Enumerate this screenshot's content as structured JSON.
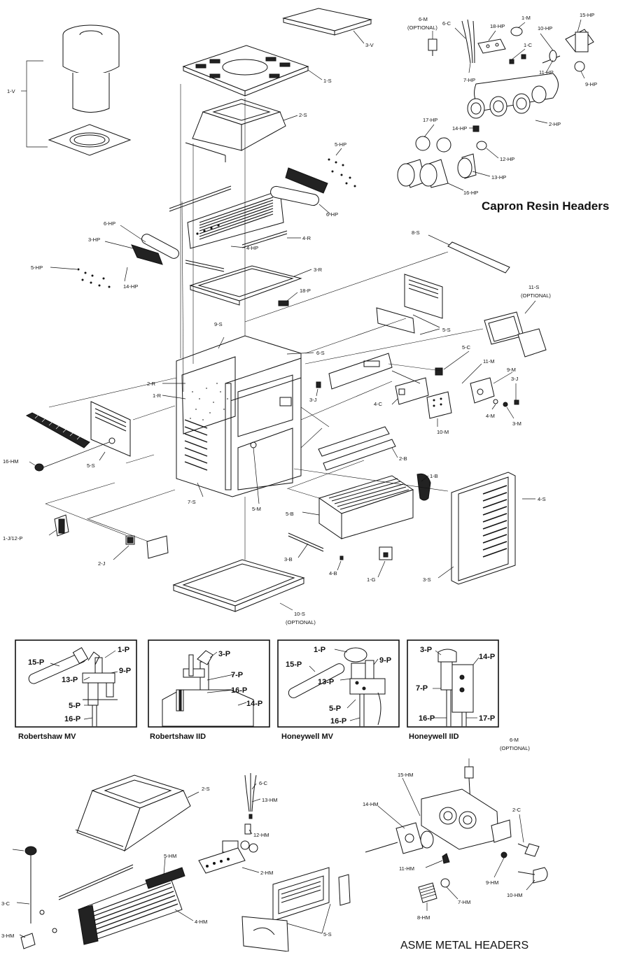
{
  "sections": {
    "capron_title": "Capron Resin Headers",
    "asme_title": "ASME METAL HEADERS"
  },
  "insets": [
    {
      "caption": "Robertshaw MV",
      "labels": [
        "1-P",
        "15-P",
        "9-P",
        "13-P",
        "5-P",
        "16-P"
      ]
    },
    {
      "caption": "Robertshaw IID",
      "labels": [
        "3-P",
        "7-P",
        "16-P",
        "14-P"
      ]
    },
    {
      "caption": "Honeywell MV",
      "labels": [
        "1-P",
        "15-P",
        "9-P",
        "13-P",
        "5-P",
        "16-P"
      ]
    },
    {
      "caption": "Honeywell IID",
      "labels": [
        "3-P",
        "14-P",
        "7-P",
        "16-P",
        "17-P"
      ]
    }
  ],
  "main_labels": {
    "v3": "3-V",
    "v1": "1-V",
    "s1": "1-S",
    "s2": "2-S",
    "m6": "6-M",
    "optional": "(OPTIONAL)",
    "c6": "6-C",
    "hp18": "18-HP",
    "m1": "1-M",
    "hp10": "10-HP",
    "hp15": "15-HP",
    "c1": "1-C",
    "hp7": "7-HP",
    "hp11": "11-HP",
    "hp9": "9-HP",
    "hp2": "2-HP",
    "hp17": "17-HP",
    "hp14": "14-HP",
    "hp12": "12-HP",
    "hp13": "13-HP",
    "hp16": "16-HP",
    "hp5a": "5-HP",
    "hp6a": "6-HP",
    "hp6b": "6-HP",
    "hp3": "3-HP",
    "hp4": "4-HP",
    "r4": "4-R",
    "hp5b": "5-HP",
    "hp14b": "14-HP",
    "s8": "8-S",
    "r3": "3-R",
    "p18": "18-P",
    "s11": "11-S",
    "s11opt": "(OPTIONAL)",
    "s5a": "5-S",
    "s9": "9-S",
    "s6": "6-S",
    "r2": "2-R",
    "r1": "1-R",
    "j3a": "3-J",
    "c5": "5-C",
    "m11": "11-M",
    "m9": "9-M",
    "j3b": "3-J",
    "c4": "4-C",
    "m4": "4-M",
    "m3": "3-M",
    "m10": "10-M",
    "hm16": "16-HM",
    "s5b": "5-S",
    "b2": "2-B",
    "m5": "5-M",
    "b1": "1-B",
    "s4": "4-S",
    "s7": "7-S",
    "b5": "5-B",
    "j1p12": "1-J/12-P",
    "j2": "2-J",
    "b3": "3-B",
    "b4": "4-B",
    "g1": "1-G",
    "s3": "3-S",
    "s10": "10-S",
    "s10opt": "(OPTIONAL)"
  },
  "bottom_labels": {
    "s2": "2-S",
    "c6": "6-C",
    "hm13": "13-HM",
    "hm12": "12-HM",
    "hm5": "5-HM",
    "hm2": "2-HM",
    "hm4": "4-HM",
    "c3": "3-C",
    "hm3": "3-HM",
    "s5": "5-S",
    "m6": "6-M",
    "optional": "(OPTIONAL)",
    "hm15": "15-HM",
    "hm14": "14-HM",
    "c2": "2-C",
    "hm11": "11-HM",
    "hm9": "9-HM",
    "hm10": "10-HM",
    "hm7": "7-HM",
    "hm8": "8-HM"
  }
}
